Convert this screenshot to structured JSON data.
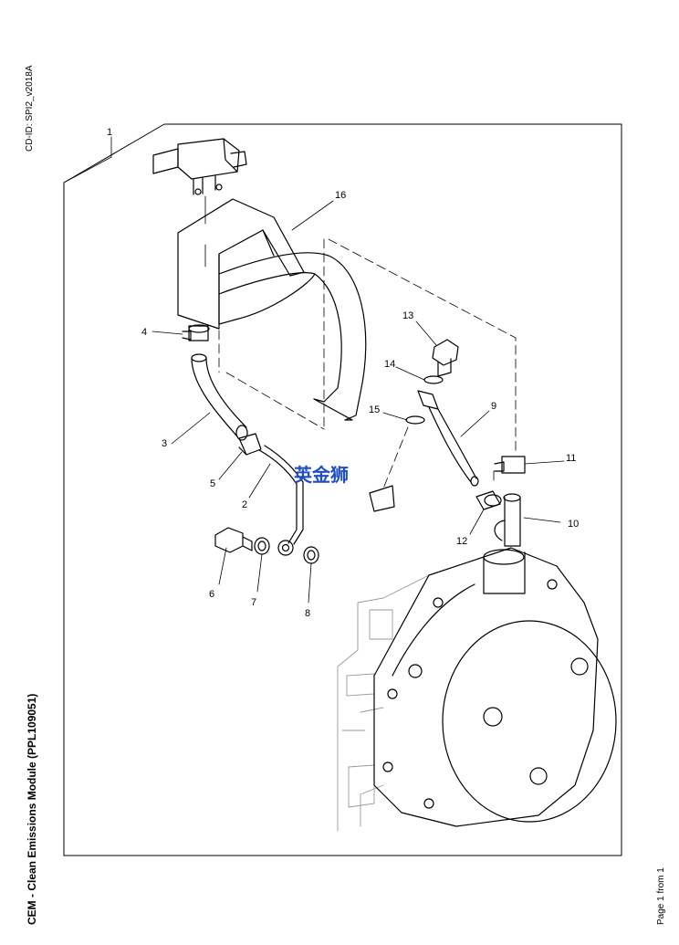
{
  "header": {
    "cd_id": "CD-ID: SPI2_v2018A"
  },
  "footer": {
    "title": "CEM - Clean Emissions Module (PPL109051)",
    "page": "Page 1 from 1"
  },
  "watermark": {
    "text": "英金狮",
    "color": "#1f4fc4"
  },
  "callouts": [
    "1",
    "2",
    "3",
    "4",
    "5",
    "6",
    "7",
    "8",
    "9",
    "10",
    "11",
    "12",
    "13",
    "14",
    "15",
    "16"
  ]
}
